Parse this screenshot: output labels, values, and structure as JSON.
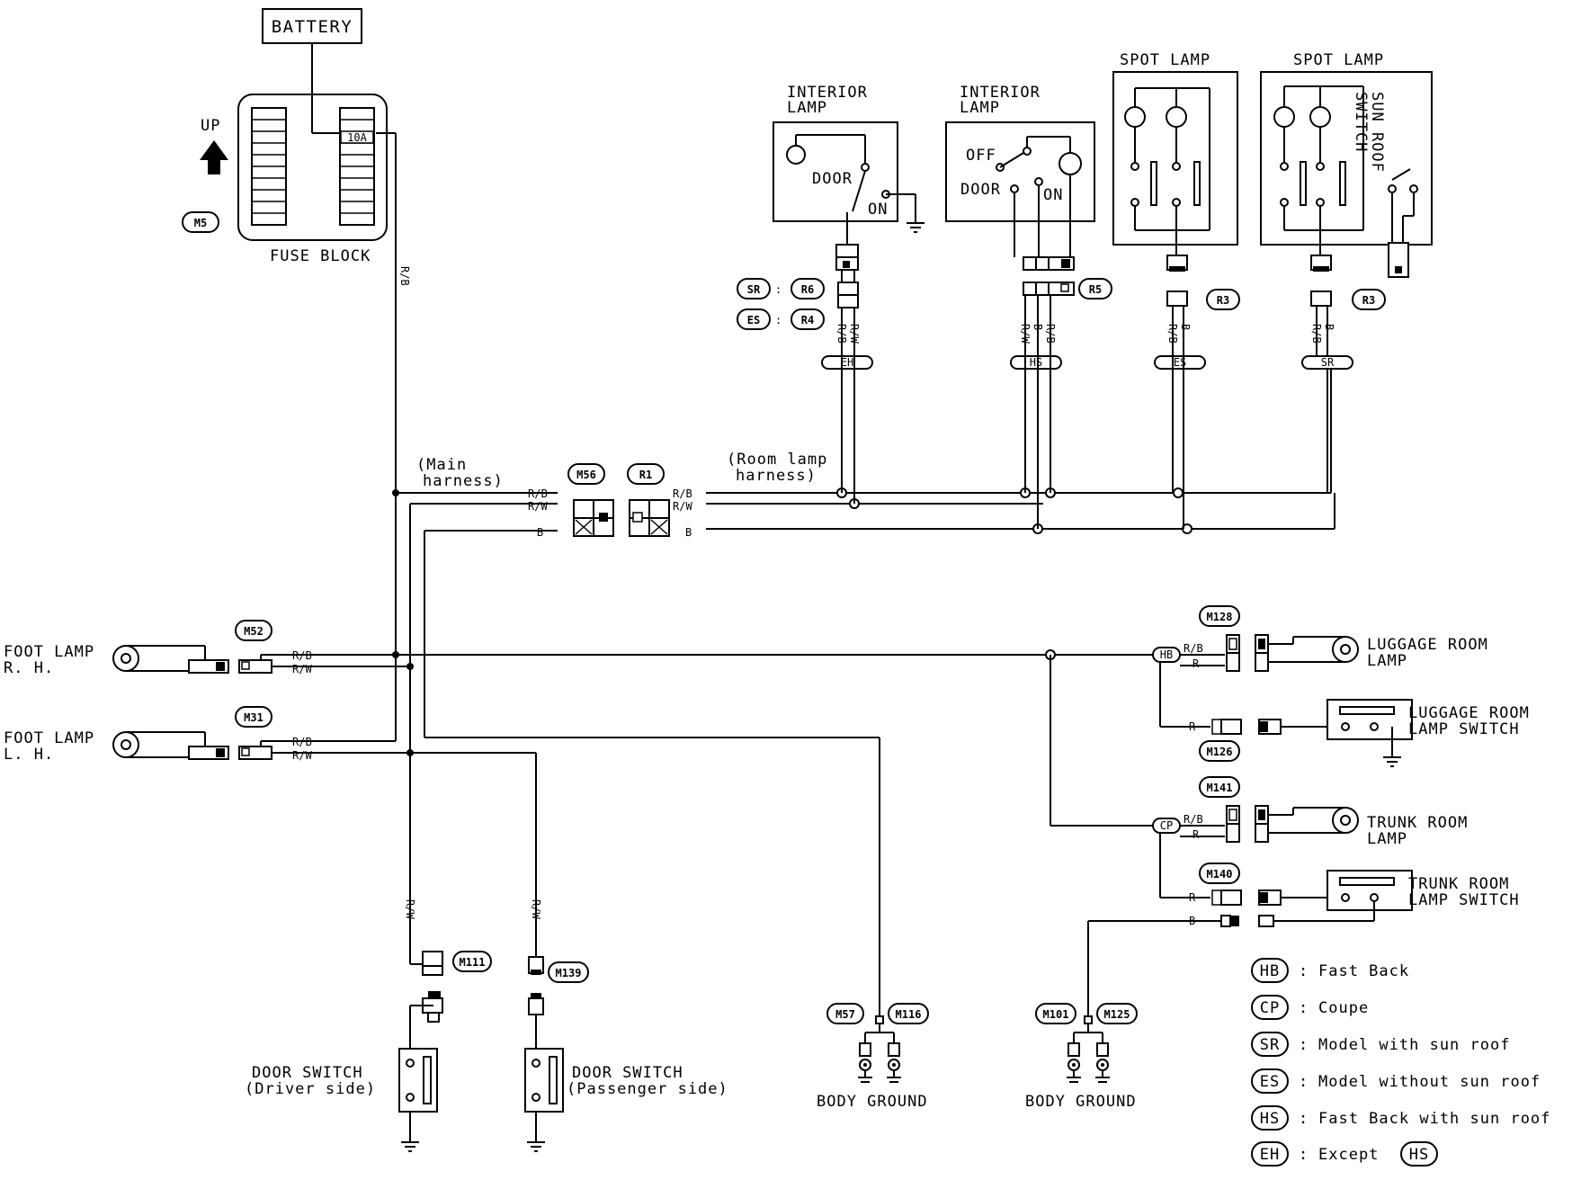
{
  "components": {
    "battery": "BATTERY",
    "fuse_block": "FUSE BLOCK",
    "fuse_rating": "10A",
    "up_label": "UP",
    "interior_lamp_1": [
      "INTERIOR",
      "LAMP"
    ],
    "interior_lamp_2": [
      "INTERIOR",
      "LAMP"
    ],
    "spot_lamp_1": "SPOT LAMP",
    "spot_lamp_2": "SPOT LAMP",
    "sun_roof_switch": [
      "SUN ROOF",
      "SWITCH"
    ],
    "foot_lamp_rh": [
      "FOOT LAMP",
      "R. H."
    ],
    "foot_lamp_lh": [
      "FOOT LAMP",
      "L. H."
    ],
    "luggage_room_lamp": [
      "LUGGAGE ROOM",
      "LAMP"
    ],
    "luggage_room_lamp_switch": [
      "LUGGAGE ROOM",
      "LAMP SWITCH"
    ],
    "trunk_room_lamp": [
      "TRUNK ROOM",
      "LAMP"
    ],
    "trunk_room_lamp_switch": [
      "TRUNK ROOM",
      "LAMP SWITCH"
    ],
    "door_switch_driver": [
      "DOOR SWITCH",
      "(Driver side)"
    ],
    "door_switch_passenger": [
      "DOOR SWITCH",
      "(Passenger side)"
    ],
    "body_ground_1": "BODY GROUND",
    "body_ground_2": "BODY GROUND",
    "main_harness": [
      "(Main",
      "harness)"
    ],
    "room_lamp_harness": [
      "(Room lamp",
      "harness)"
    ]
  },
  "switch_positions": {
    "door": "DOOR",
    "on": "ON",
    "off": "OFF"
  },
  "connectors": {
    "fuse": "M5",
    "m56": "M56",
    "r1": "R1",
    "r6": "R6",
    "r4": "R4",
    "r5": "R5",
    "r3a": "R3",
    "r3b": "R3",
    "m52": "M52",
    "m31": "M31",
    "m128": "M128",
    "m126": "M126",
    "m141": "M141",
    "m140": "M140",
    "m111": "M111",
    "m139": "M139",
    "m57": "M57",
    "m116": "M116",
    "m101": "M101",
    "m125": "M125"
  },
  "wire_colors": {
    "rb": "R/B",
    "rw": "R/W",
    "b": "B",
    "r": "R"
  },
  "option_tags": {
    "sr": "SR",
    "es": "ES",
    "eh": "EH",
    "hs": "HS",
    "hb": "HB",
    "cp": "CP"
  },
  "legend": [
    {
      "code": "HB",
      "text": "Fast Back"
    },
    {
      "code": "CP",
      "text": "Coupe"
    },
    {
      "code": "SR",
      "text": "Model with sun roof"
    },
    {
      "code": "ES",
      "text": "Model without sun roof"
    },
    {
      "code": "HS",
      "text": "Fast Back with sun roof"
    },
    {
      "code": "EH",
      "text": "Except",
      "suffix_code": "HS"
    }
  ]
}
